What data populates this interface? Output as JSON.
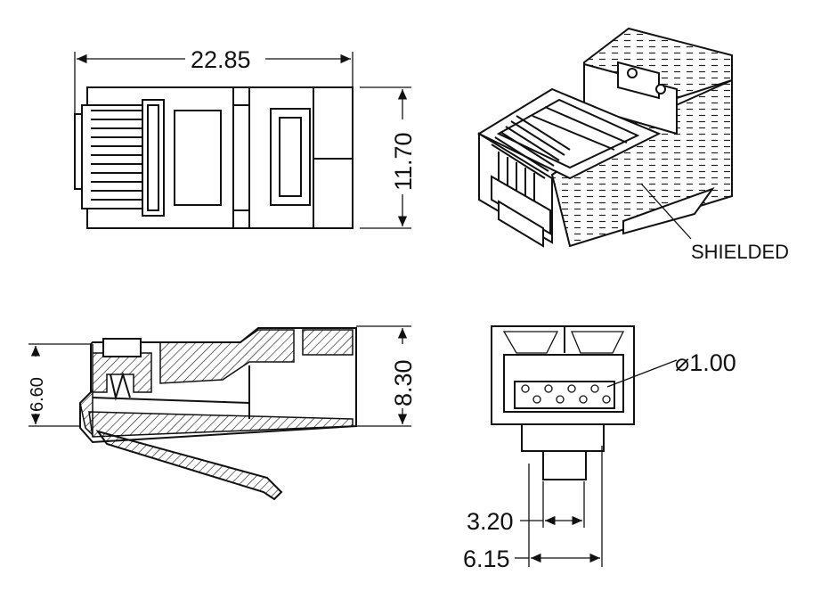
{
  "dimensions": {
    "top_width": "22.85",
    "top_height": "11.70",
    "side_left": "6.60",
    "side_right": "8.30",
    "front_hole": "⌀1.00",
    "front_tab": "3.20",
    "front_body": "6.15"
  },
  "callouts": {
    "shield": "SHIELDED"
  }
}
